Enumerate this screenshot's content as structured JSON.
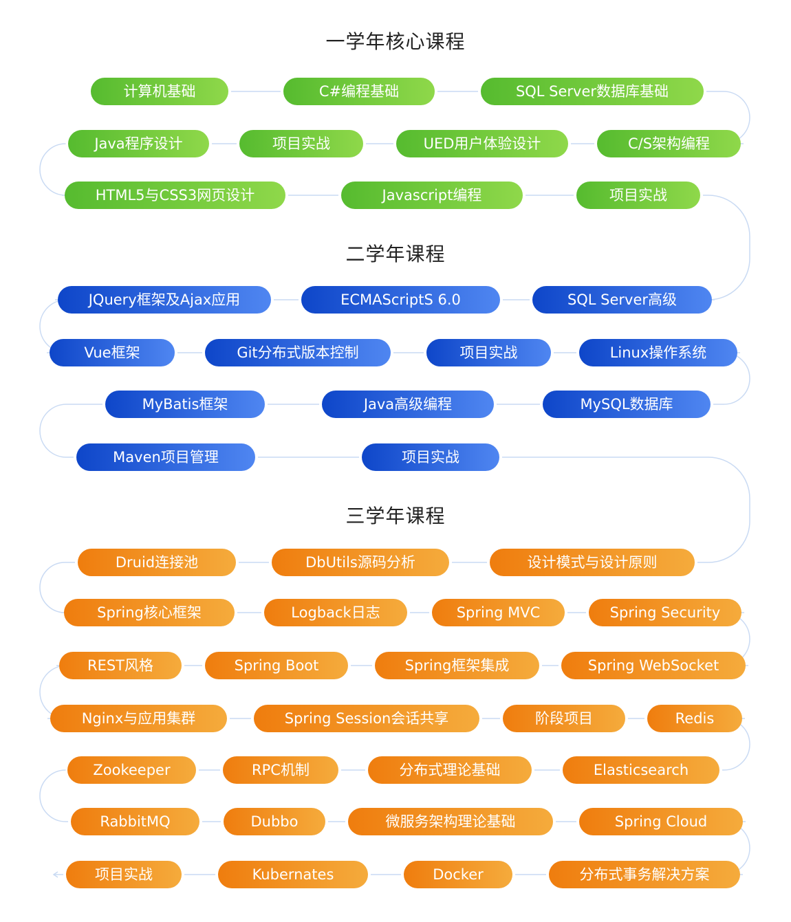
{
  "colors": {
    "green": "#6cc83a",
    "blue": "#1e5ae0",
    "orange": "#f18f22",
    "connector": "#c9daf3",
    "title": "#222222"
  },
  "sections": [
    {
      "title": "一学年核心课程",
      "theme": "green",
      "rows": [
        [
          "计算机基础",
          "C#编程基础",
          "SQL Server数据库基础"
        ],
        [
          "Java程序设计",
          "项目实战",
          "UED用户体验设计",
          "C/S架构编程"
        ],
        [
          "HTML5与CSS3网页设计",
          "Javascript编程",
          "项目实战"
        ]
      ]
    },
    {
      "title": "二学年课程",
      "theme": "blue",
      "rows": [
        [
          "JQuery框架及Ajax应用",
          "ECMAScriptS 6.0",
          "SQL Server高级"
        ],
        [
          "Vue框架",
          "Git分布式版本控制",
          "项目实战",
          "Linux操作系统"
        ],
        [
          "MyBatis框架",
          "Java高级编程",
          "MySQL数据库"
        ],
        [
          "Maven项目管理",
          "项目实战"
        ]
      ]
    },
    {
      "title": "三学年课程",
      "theme": "orange",
      "rows": [
        [
          "Druid连接池",
          "DbUtils源码分析",
          "设计模式与设计原则"
        ],
        [
          "Spring核心框架",
          "Logback日志",
          "Spring MVC",
          "Spring Security"
        ],
        [
          "REST风格",
          "Spring Boot",
          "Spring框架集成",
          "Spring WebSocket"
        ],
        [
          "Nginx与应用集群",
          "Spring Session会话共享",
          "阶段项目",
          "Redis"
        ],
        [
          "Zookeeper",
          "RPC机制",
          "分布式理论基础",
          "Elasticsearch"
        ],
        [
          "RabbitMQ",
          "Dubbo",
          "微服务架构理论基础",
          "Spring Cloud"
        ],
        [
          "项目实战",
          "Kubernates",
          "Docker",
          "分布式事务解决方案"
        ]
      ]
    }
  ]
}
